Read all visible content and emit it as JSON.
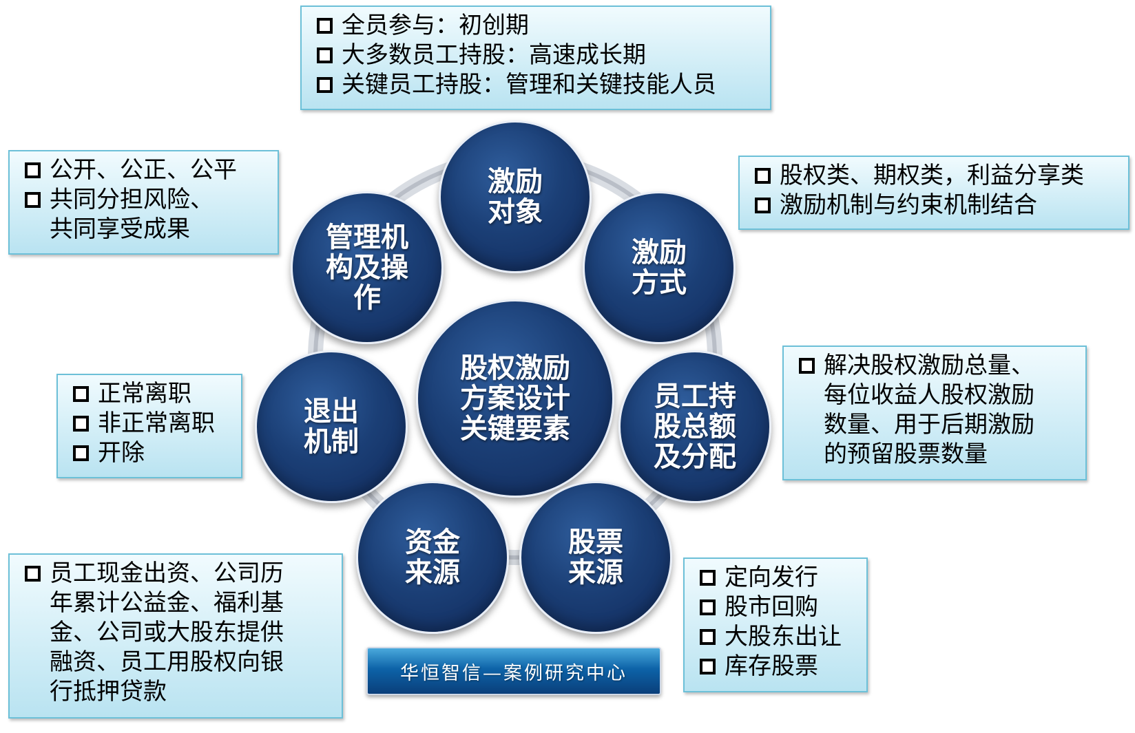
{
  "center": {
    "label": "股权激励\n方案设计\n关键要素"
  },
  "nodes": [
    {
      "id": "target",
      "label": "激励\n对象"
    },
    {
      "id": "method",
      "label": "激励\n方式"
    },
    {
      "id": "amount",
      "label": "员工持\n股总额\n及分配"
    },
    {
      "id": "stock-source",
      "label": "股票\n来源"
    },
    {
      "id": "fund-source",
      "label": "资金\n来源"
    },
    {
      "id": "exit",
      "label": "退出\n机制"
    },
    {
      "id": "management",
      "label": "管理机\n构及操\n作"
    }
  ],
  "boxes": {
    "target": [
      "全员参与：初创期",
      "大多数员工持股：高速成长期",
      "关键员工持股：管理和关键技能人员"
    ],
    "method": [
      "股权类、期权类，利益分享类",
      "激励机制与约束机制结合"
    ],
    "amount": [
      "解决股权激励总量、\n每位收益人股权激励\n数量、用于后期激励\n的预留股票数量"
    ],
    "stock_source": [
      "定向发行",
      "股市回购",
      "大股东出让",
      "库存股票"
    ],
    "fund_source": [
      "员工现金出资、公司历\n年累计公益金、福利基\n金、公司或大股东提供\n融资、员工用股权向银\n行抵押贷款"
    ],
    "exit": [
      "正常离职",
      "非正常离职",
      "开除"
    ],
    "management": [
      "公开、公正、公平",
      "共同分担风险、\n共同享受成果"
    ]
  },
  "footer": {
    "label": "华恒智信—案例研究中心"
  }
}
